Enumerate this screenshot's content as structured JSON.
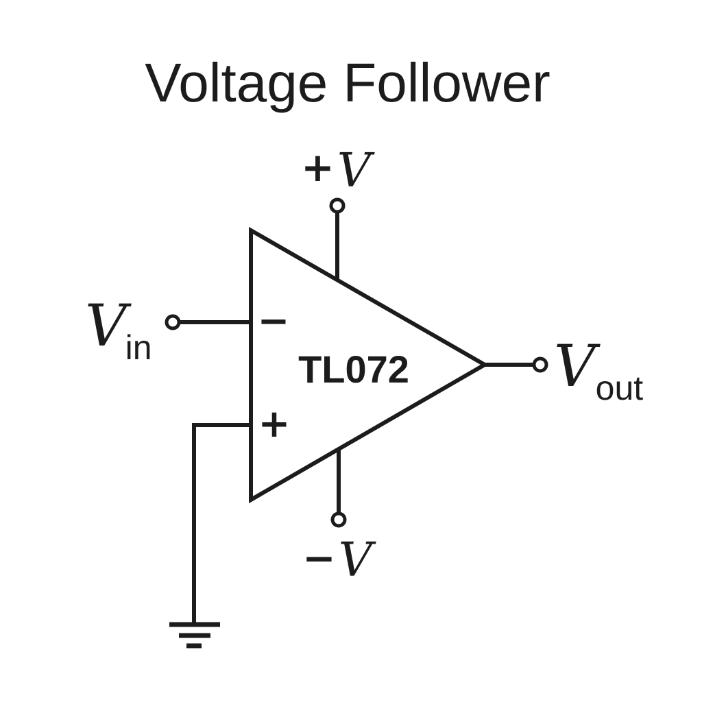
{
  "title": "Voltage Follower",
  "opamp": {
    "part_number": "TL072",
    "inverting_input_symbol": "−",
    "noninverting_input_symbol": "+"
  },
  "terminals": {
    "positive_supply": {
      "sign": "+",
      "symbol": "V"
    },
    "negative_supply": {
      "sign": "−",
      "symbol": "V"
    },
    "input": {
      "symbol": "V",
      "subscript": "in"
    },
    "output": {
      "symbol": "V",
      "subscript": "out"
    }
  },
  "colors": {
    "ink": "#1c1c1c",
    "background": "#ffffff"
  }
}
